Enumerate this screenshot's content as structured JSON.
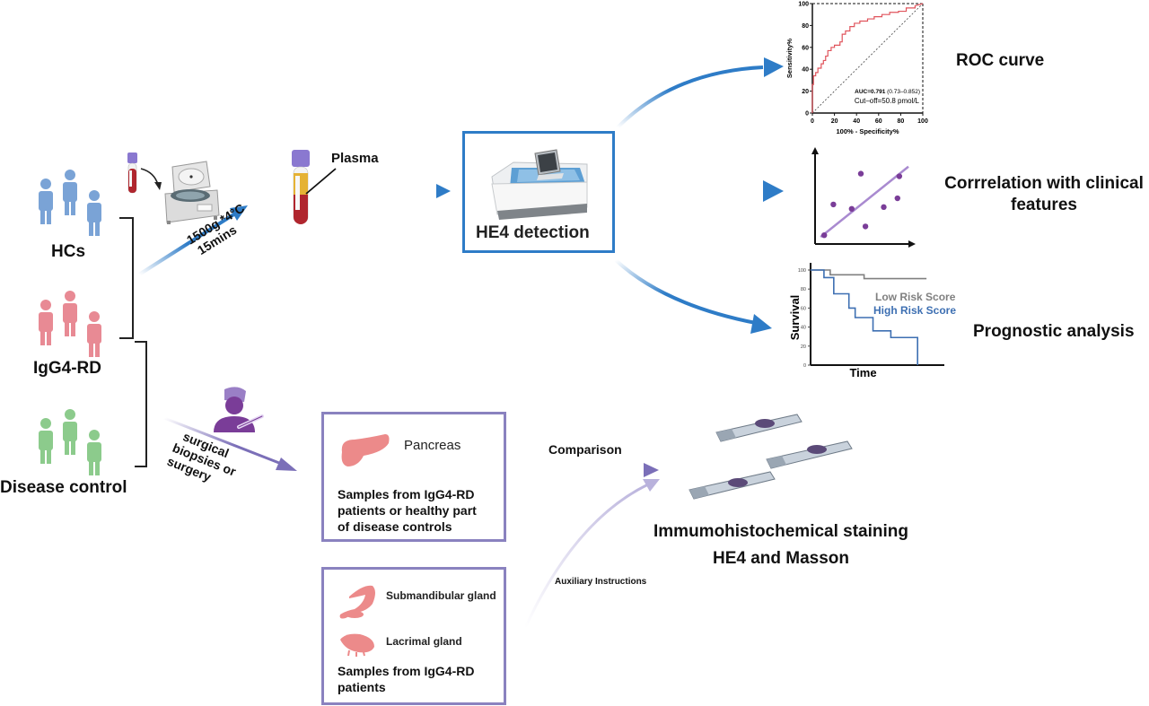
{
  "groups": [
    {
      "label": "HCs",
      "color": "#7aa3d6"
    },
    {
      "label": "IgG4-RD",
      "color": "#e88a94"
    },
    {
      "label": "Disease control",
      "color": "#8ccb8c"
    }
  ],
  "centrifuge": {
    "condition_line1": "1500g *4°C",
    "condition_line2": "15mins"
  },
  "plasma_label": "Plasma",
  "he4_box": {
    "label": "HE4 detection"
  },
  "surgery": {
    "line1": "surgical",
    "line2": "biopsies or",
    "line3": "surgery"
  },
  "pancreas_box": {
    "organ": "Pancreas",
    "text_line1": "Samples from IgG4-RD",
    "text_line2": "patients or healthy part",
    "text_line3": "of disease controls"
  },
  "gland_box": {
    "organ1": "Submandibular gland",
    "organ2": "Lacrimal gland",
    "text_line1": "Samples from IgG4-RD",
    "text_line2": "patients"
  },
  "comparison_label": "Comparison",
  "auxiliary_label": "Auxiliary Instructions",
  "staining": {
    "line1": "Immumohistochemical staining",
    "line2": "HE4 and Masson"
  },
  "outcomes": {
    "roc": "ROC curve",
    "correlation_line1": "Corrrelation with clinical",
    "correlation_line2": "features",
    "prognostic": "Prognostic analysis"
  },
  "colors": {
    "blue_arrow": "#2e7cc7",
    "purple": "#7b6fb8",
    "purple_light": "#b9b2dc",
    "box_blue": "#2e7cc7",
    "box_purple": "#8a82bf",
    "roc_line": "#e0545c",
    "scatter_dot": "#7a3d98",
    "scatter_line": "#a98ad0",
    "low_risk": "#808080",
    "high_risk": "#3d6fb2"
  },
  "chart_data": [
    {
      "type": "line",
      "title": "ROC curve",
      "xlabel": "100% - Specificity%",
      "ylabel": "Sensitivity%",
      "xlim": [
        0,
        100
      ],
      "ylim": [
        0,
        100
      ],
      "xticks": [
        "0",
        "20",
        "40",
        "60",
        "80",
        "100"
      ],
      "yticks": [
        "0",
        "20",
        "40",
        "60",
        "80",
        "100"
      ],
      "annotation_auc": "AUC=0.791",
      "annotation_ci": "(0.73–0.852)",
      "annotation_cutoff": "Cut–off=50.8 pmol/L",
      "series": [
        {
          "name": "ROC",
          "x": [
            0,
            0,
            1,
            1,
            3,
            3,
            5,
            5,
            8,
            8,
            10,
            10,
            12,
            12,
            14,
            14,
            17,
            17,
            20,
            20,
            25,
            25,
            27,
            27,
            30,
            30,
            34,
            34,
            38,
            38,
            43,
            43,
            50,
            50,
            56,
            56,
            63,
            63,
            70,
            70,
            78,
            78,
            85,
            85,
            93,
            93,
            100
          ],
          "y": [
            0,
            26,
            26,
            34,
            34,
            37,
            37,
            41,
            41,
            45,
            45,
            48,
            48,
            52,
            52,
            57,
            57,
            60,
            60,
            62,
            62,
            65,
            65,
            72,
            72,
            75,
            75,
            79,
            79,
            82,
            82,
            84,
            84,
            86,
            86,
            88,
            88,
            90,
            90,
            92,
            92,
            93,
            93,
            96,
            96,
            98,
            100
          ]
        },
        {
          "name": "reference",
          "x": [
            0,
            100
          ],
          "y": [
            0,
            100
          ]
        }
      ]
    },
    {
      "type": "scatter",
      "title": "Correlation with clinical features",
      "points": [
        {
          "x": 0.1,
          "y": 0.1
        },
        {
          "x": 0.2,
          "y": 0.45
        },
        {
          "x": 0.4,
          "y": 0.4
        },
        {
          "x": 0.5,
          "y": 0.8
        },
        {
          "x": 0.55,
          "y": 0.2
        },
        {
          "x": 0.75,
          "y": 0.42
        },
        {
          "x": 0.9,
          "y": 0.52
        },
        {
          "x": 0.92,
          "y": 0.77
        }
      ],
      "trend": {
        "x": [
          0.1,
          1.0
        ],
        "y": [
          0.08,
          0.88
        ]
      }
    },
    {
      "type": "line",
      "title": "Prognostic analysis",
      "xlabel": "Time",
      "ylabel": "Survival",
      "ylim": [
        0,
        100
      ],
      "yticks": [
        "0",
        "20",
        "40",
        "60",
        "80",
        "100"
      ],
      "series": [
        {
          "name": "Low Risk Score",
          "x": [
            0,
            22,
            22,
            60,
            60,
            130
          ],
          "y": [
            100,
            100,
            95,
            95,
            91,
            91
          ]
        },
        {
          "name": "High Risk Score",
          "x": [
            0,
            15,
            15,
            26,
            26,
            43,
            43,
            50,
            50,
            70,
            70,
            90,
            90,
            120,
            120
          ],
          "y": [
            100,
            100,
            92,
            92,
            75,
            75,
            60,
            60,
            50,
            50,
            36,
            36,
            29,
            29,
            0
          ]
        }
      ]
    }
  ]
}
